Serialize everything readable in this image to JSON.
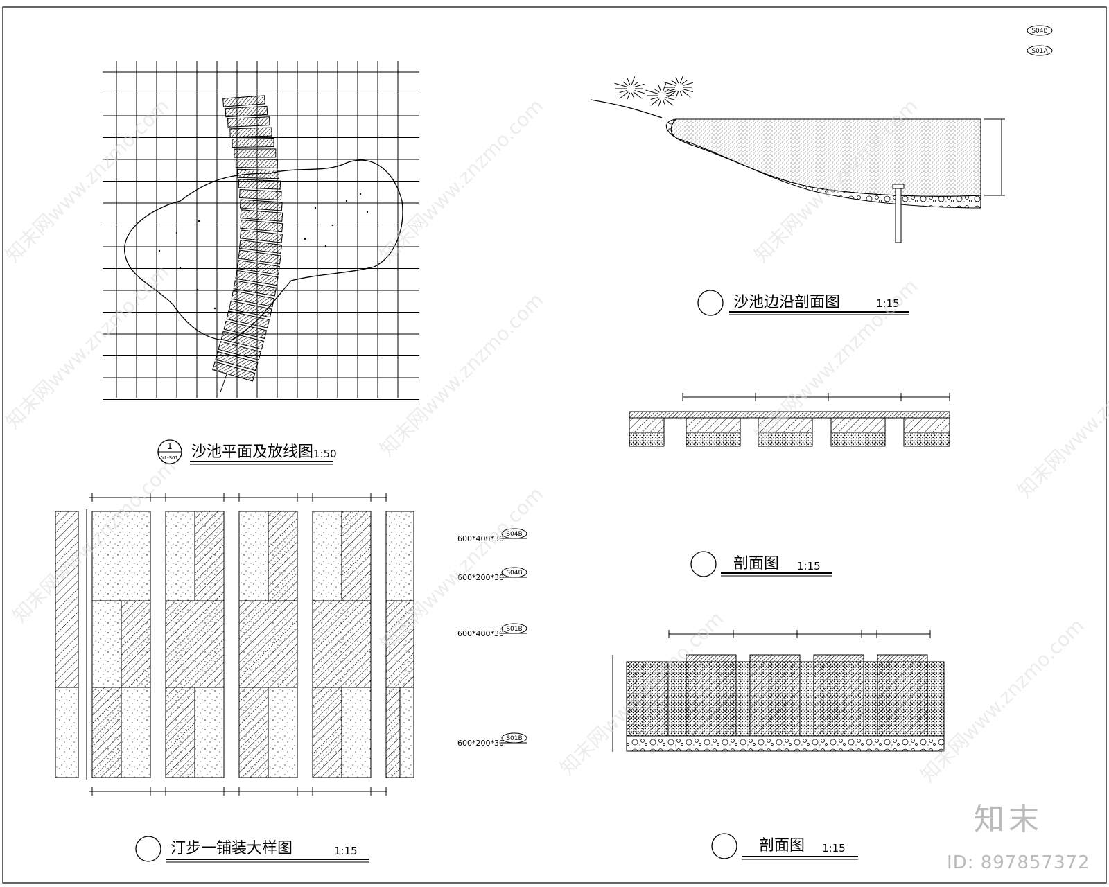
{
  "drawing_titles": {
    "plan": {
      "name": "沙池平面及放线图",
      "scale": "1:50",
      "symbol": "1",
      "symbol_sub": "YL-S01"
    },
    "edge_section": {
      "name": "沙池边沿剖面图",
      "scale": "1:15"
    },
    "section_a": {
      "name": "剖面图",
      "scale": "1:15"
    },
    "paving_detail": {
      "name": "汀步一铺装大样图",
      "scale": "1:15"
    },
    "section_b": {
      "name": "剖面图",
      "scale": "1:15"
    }
  },
  "material_callouts": [
    {
      "spec": "600*400*30",
      "code": "S04B"
    },
    {
      "spec": "600*200*30",
      "code": "S04B"
    },
    {
      "spec": "600*400*30",
      "code": "S01B"
    },
    {
      "spec": "600*200*30",
      "code": "S01B"
    }
  ],
  "legend_tags": [
    "S04B",
    "S01A"
  ],
  "watermarks": {
    "site": "知末网www.znzmo.com",
    "brand": "知末",
    "id": "ID: 897857372"
  }
}
